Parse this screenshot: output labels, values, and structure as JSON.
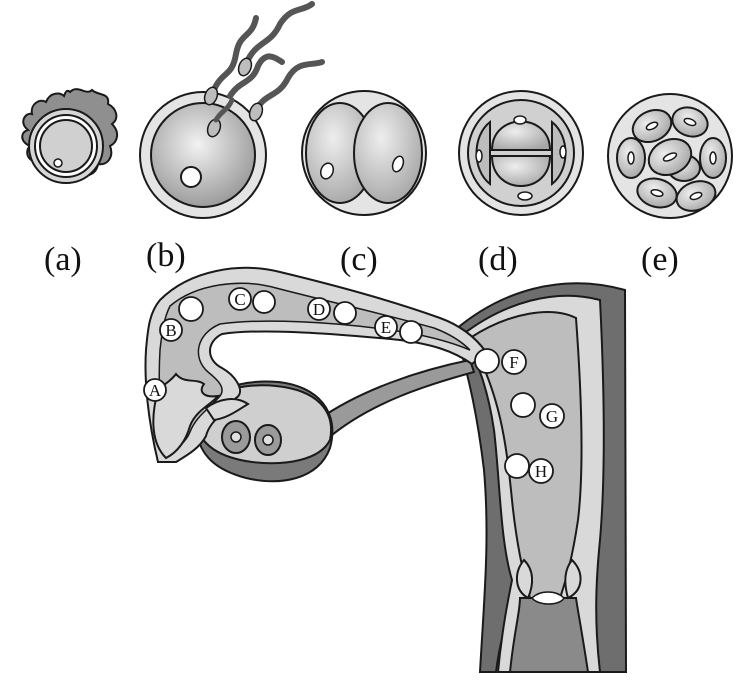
{
  "stages": [
    {
      "id": "a",
      "label": "(a)"
    },
    {
      "id": "b",
      "label": "(b)"
    },
    {
      "id": "c",
      "label": "(c)"
    },
    {
      "id": "d",
      "label": "(d)"
    },
    {
      "id": "e",
      "label": "(e)"
    }
  ],
  "positions": [
    {
      "id": "A",
      "label": "A"
    },
    {
      "id": "B",
      "label": "B"
    },
    {
      "id": "C",
      "label": "C"
    },
    {
      "id": "D",
      "label": "D"
    },
    {
      "id": "E",
      "label": "E"
    },
    {
      "id": "F",
      "label": "F"
    },
    {
      "id": "G",
      "label": "G"
    },
    {
      "id": "H",
      "label": "H"
    }
  ],
  "colors": {
    "outline": "#1a1a1a",
    "light_fill": "#d9d9d9",
    "mid_fill": "#bdbdbd",
    "dark_fill": "#8a8a8a",
    "wall_dark": "#6e6e6e"
  }
}
